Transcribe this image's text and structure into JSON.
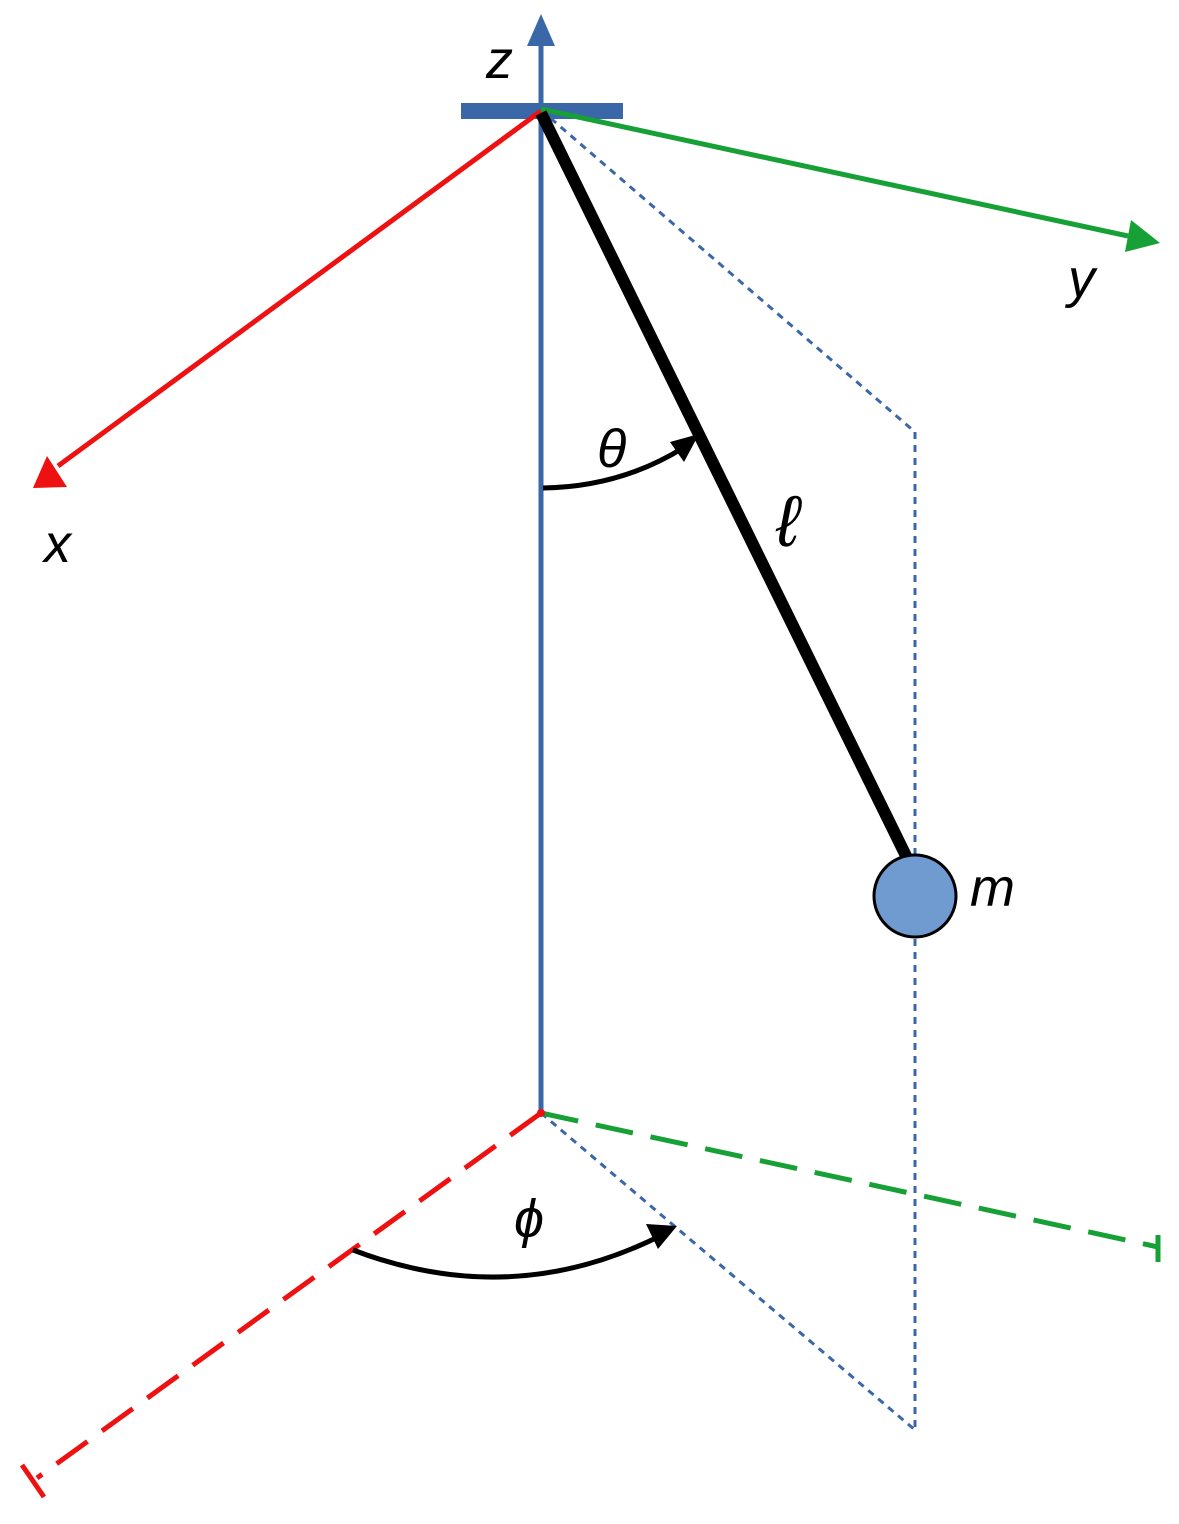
{
  "labels": {
    "z_axis": "z",
    "y_axis": "y",
    "x_axis": "x",
    "theta": "θ",
    "length": "ℓ",
    "mass": "m",
    "phi": "ϕ"
  },
  "colors": {
    "z_axis": "#3a67a8",
    "x_axis": "#ee1111",
    "y_axis": "#16a035",
    "rod": "#000000",
    "bob_fill": "#6f9bd0",
    "guides": "#3a67a8"
  },
  "icons": {
    "pivot": "pivot-mount-bar",
    "bob": "mass-circle"
  }
}
